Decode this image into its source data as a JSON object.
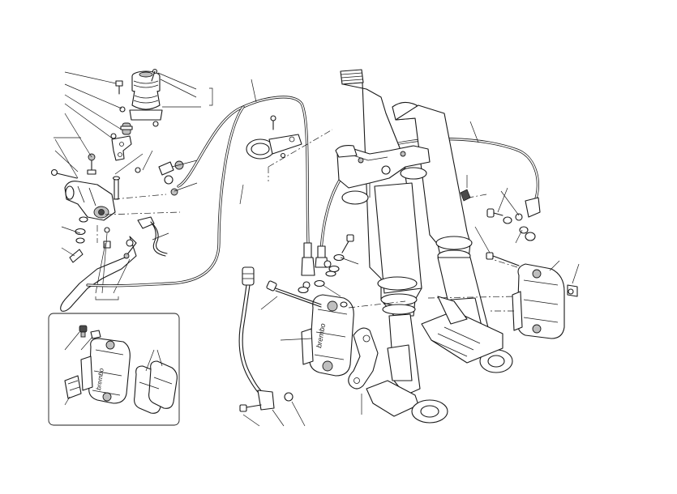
{
  "diagram": {
    "subject": "front-brake-system-exploded-view",
    "groups": [
      {
        "id": "master-cylinder",
        "parts": [
          "lever",
          "reservoir",
          "bracket",
          "switch",
          "fasteners"
        ]
      },
      {
        "id": "brake-hoses",
        "parts": [
          "left-hose",
          "right-hose",
          "hose-clamp"
        ]
      },
      {
        "id": "front-fork",
        "parts": [
          "left-leg",
          "right-leg",
          "triple-clamp"
        ]
      },
      {
        "id": "calipers",
        "parts": [
          "left-caliper",
          "right-caliper",
          "bolts",
          "speed-sensor"
        ]
      },
      {
        "id": "caliper-detail-inset",
        "parts": [
          "caliper",
          "bleed-valve",
          "pad-spring",
          "brake-pads"
        ]
      }
    ],
    "colors": {
      "line": "#1a1a1a",
      "shade": "#bfbfbf",
      "background": "#ffffff"
    }
  }
}
